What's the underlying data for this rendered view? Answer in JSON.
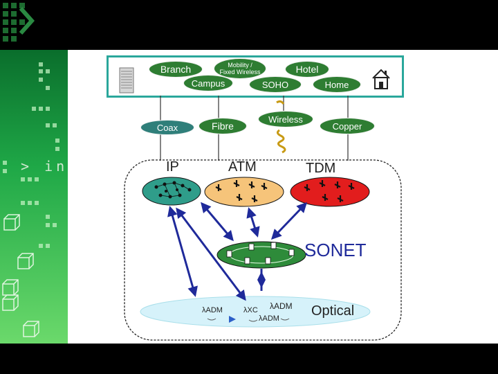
{
  "slide": {
    "side_text": "> int",
    "colors": {
      "left_gradient_top": "#0a6e2c",
      "left_gradient_bottom": "#6bd96b",
      "panel_bg": "#ffffff",
      "frame_teal": "#2aa79b",
      "pill_green": "#2e7d32",
      "pill_teal": "#2f7f7a",
      "ip_cloud": "#2f9d8a",
      "atm_cloud": "#f6c47a",
      "tdm_cloud": "#e21d1d",
      "sonet_ring": "#2e8b3a",
      "optical_cloud": "#d6f2fa",
      "arrow_blue": "#1f2a9a"
    }
  },
  "access": {
    "labels": {
      "branch": "Branch",
      "mobility_line1": "Mobility /",
      "mobility_line2": "Fixed Wireless",
      "hotel": "Hotel",
      "campus": "Campus",
      "soho": "SOHO",
      "home": "Home"
    },
    "icons": [
      "building-icon",
      "house-icon"
    ]
  },
  "media": {
    "coax": "Coax",
    "fibre": "Fibre",
    "wireless": "Wireless",
    "copper": "Copper"
  },
  "network": {
    "ip": "IP",
    "atm": "ATM",
    "tdm": "TDM",
    "sonet": "SONET",
    "optical": "Optical",
    "oadm_left": "λADM",
    "oxc": "λXC",
    "oadm_top": "λADM",
    "oadm_bottom": "λADM"
  }
}
